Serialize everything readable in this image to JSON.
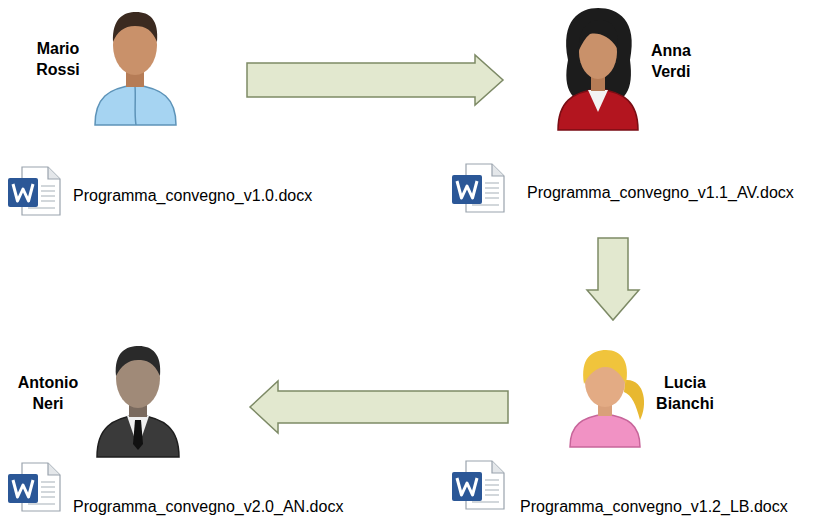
{
  "diagram": {
    "nodes": [
      {
        "text": [
          "Mario Rossi",
          "Programma_convegno_v1.0.docx"
        ]
      },
      {
        "text": [
          "Anna Verdi",
          "Programma_convegno_v1.1_AV.docx"
        ]
      },
      {
        "text": [
          "Lucia Bianchi",
          "Programma_convegno_v1.2_LB.docx"
        ]
      },
      {
        "text": [
          "Antonio Neri",
          "Programma_convegno_v2.0_AN.docx"
        ]
      }
    ],
    "edges": [
      {
        "from": 0,
        "to": 1,
        "arrow": "to"
      },
      {
        "from": 1,
        "to": 2,
        "arrow": "to"
      },
      {
        "from": 2,
        "to": 3,
        "arrow": "to"
      }
    ]
  }
}
